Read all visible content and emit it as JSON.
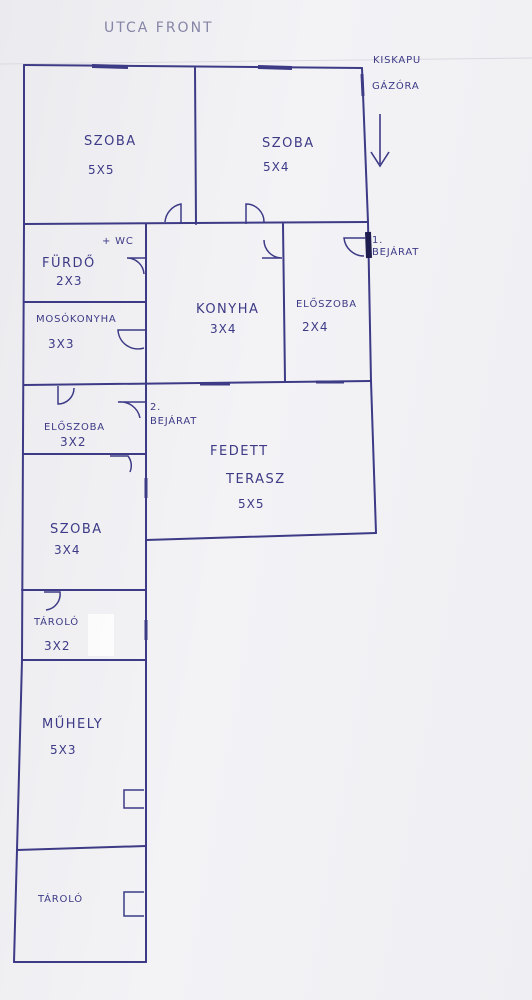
{
  "header": {
    "title": "UTCA FRONT"
  },
  "annotations": {
    "gate": "KISKAPU",
    "garage": "GÁZÓRA",
    "entrance1_num": "1.",
    "entrance1_text": "BEJÁRAT",
    "entrance2_num": "2.",
    "entrance2_text": "BEJÁRAT"
  },
  "rooms": {
    "szoba1": {
      "name": "SZOBA",
      "dim": "5X5"
    },
    "szoba2": {
      "name": "SZOBA",
      "dim": "5X4"
    },
    "furdo": {
      "name": "FÜRDŐ",
      "extra": "+ WC",
      "dim": "2X3"
    },
    "mosokonyha": {
      "name": "MOSÓKONYHA",
      "dim": "3X3"
    },
    "konyha": {
      "name": "KONYHA",
      "dim": "3X4"
    },
    "eloszoba1": {
      "name": "ELŐSZOBA",
      "dim": "2X4"
    },
    "eloszoba2": {
      "name": "ELŐSZOBA",
      "dim": "3X2"
    },
    "terasz": {
      "name1": "FEDETT",
      "name2": "TERASZ",
      "dim": "5X5"
    },
    "szoba3": {
      "name": "SZOBA",
      "dim": "3X4"
    },
    "tarolo1": {
      "name": "TÁROLÓ",
      "dim": "3X2"
    },
    "muhely": {
      "name": "MŰHELY",
      "dim": "5X3"
    },
    "tarolo2": {
      "name": "TÁROLÓ"
    }
  },
  "colors": {
    "ink": "#3d3a86",
    "paper": "#efeff3"
  }
}
